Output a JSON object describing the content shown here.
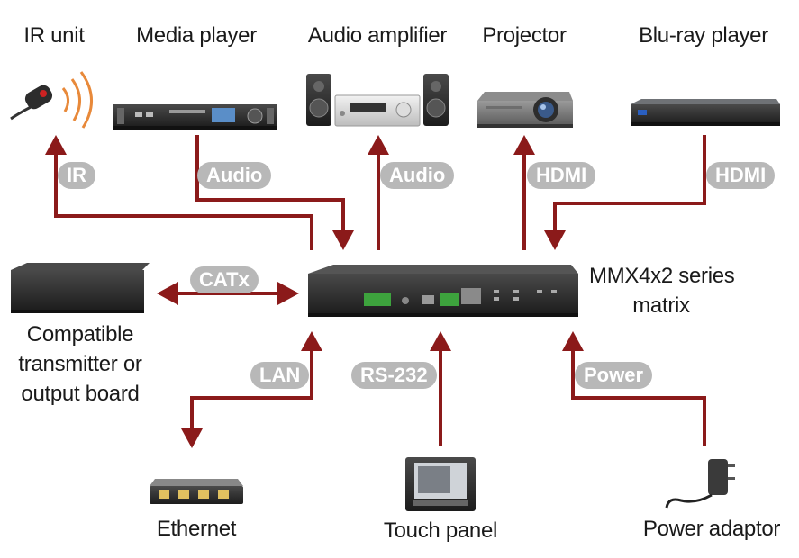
{
  "devices": {
    "ir_unit": "IR unit",
    "media_player": "Media player",
    "audio_amplifier": "Audio amplifier",
    "projector": "Projector",
    "bluray_player": "Blu-ray player",
    "matrix_line1": "MMX4x2 series",
    "matrix_line2": "matrix",
    "transmitter_line1": "Compatible",
    "transmitter_line2": "transmitter or",
    "transmitter_line3": "output board",
    "ethernet": "Ethernet",
    "touch_panel": "Touch panel",
    "power_adaptor": "Power adaptor"
  },
  "connections": {
    "ir": "IR",
    "audio_in": "Audio",
    "audio_out": "Audio",
    "hdmi_out": "HDMI",
    "hdmi_in": "HDMI",
    "catx": "CATx",
    "lan": "LAN",
    "rs232": "RS-232",
    "power": "Power"
  },
  "colors": {
    "arrow": "#8b1a1a",
    "pill": "#b8b8b8",
    "device_dark": "#2b2b2b"
  }
}
